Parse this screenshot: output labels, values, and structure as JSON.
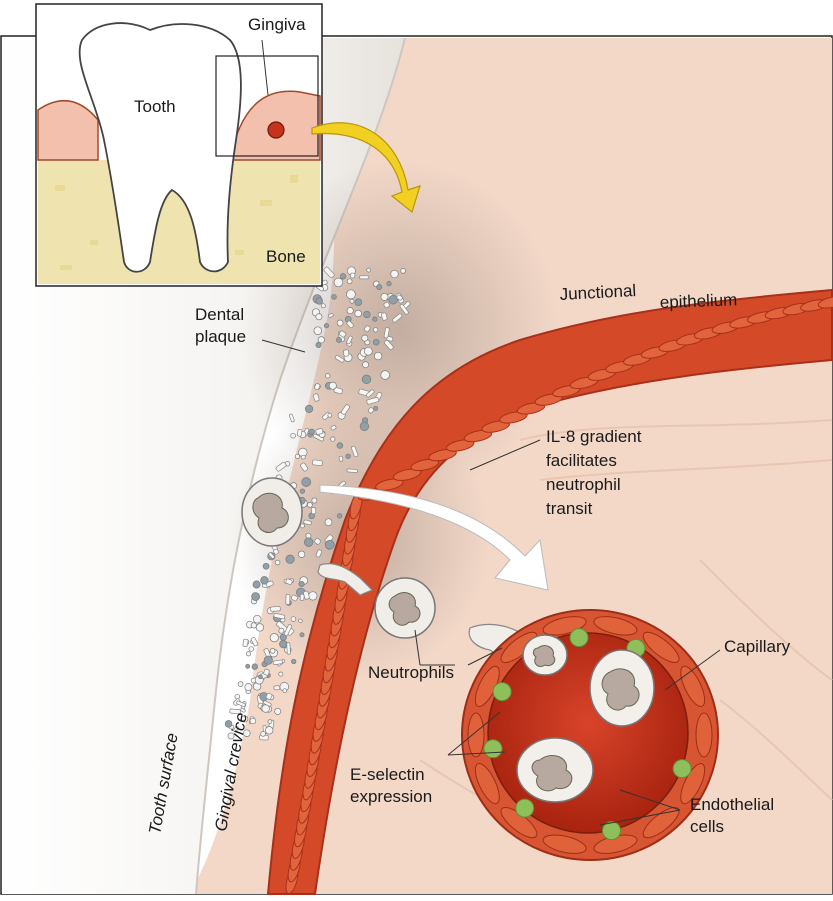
{
  "inset": {
    "tooth_label": "Tooth",
    "gingiva_label": "Gingiva",
    "bone_label": "Bone"
  },
  "labels": {
    "dental_plaque_line1": "Dental",
    "dental_plaque_line2": "plaque",
    "junctional_part1": "Junctional",
    "junctional_part2": "epithelium",
    "il8_line1": "IL-8 gradient",
    "il8_line2": "facilitates",
    "il8_line3": "neutrophil",
    "il8_line4": "transit",
    "neutrophils": "Neutrophils",
    "capillary": "Capillary",
    "eselectin_line1": "E-selectin",
    "eselectin_line2": "expression",
    "endothelial_line1": "Endothelial",
    "endothelial_line2": "cells",
    "tooth_surface": "Tooth surface",
    "gingival_crevice": "Gingival crevice"
  },
  "colors": {
    "tissue": "#f3d8c8",
    "enamel": "#f6f6f4",
    "epithelial_cell": "#de5a33",
    "blood": "#c6321c",
    "bone": "#efe4b0",
    "e_selectin": "#8fbf5a",
    "arrow_yellow": "#f2d022"
  }
}
